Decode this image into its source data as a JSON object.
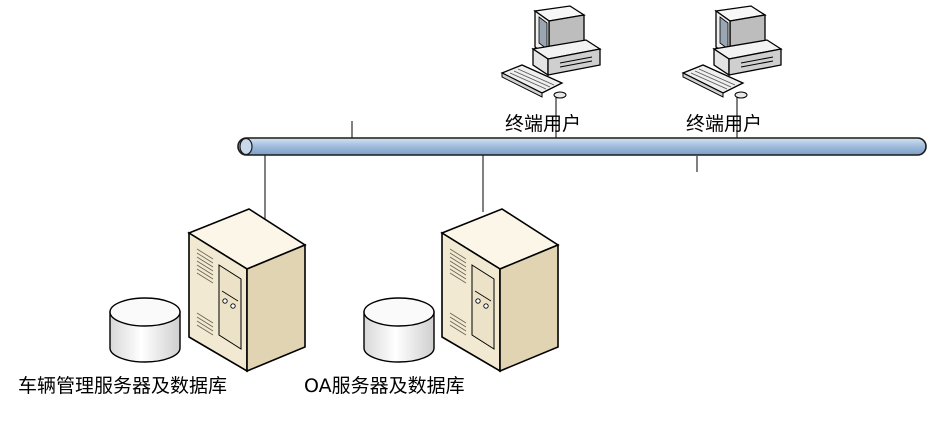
{
  "network": {
    "terminal_users": [
      {
        "label": "终端用户"
      },
      {
        "label": "终端用户"
      }
    ],
    "servers": [
      {
        "label": "车辆管理服务器及数据库"
      },
      {
        "label": "OA服务器及数据库"
      }
    ]
  },
  "colors": {
    "bus_fill": "#aac4e0",
    "bus_stroke": "#1a1a1a",
    "server_fill": "#f3ecd8",
    "server_side": "#e2d7b8",
    "monitor_fill": "#ebebeb",
    "db_fill": "#f4f4f4"
  }
}
